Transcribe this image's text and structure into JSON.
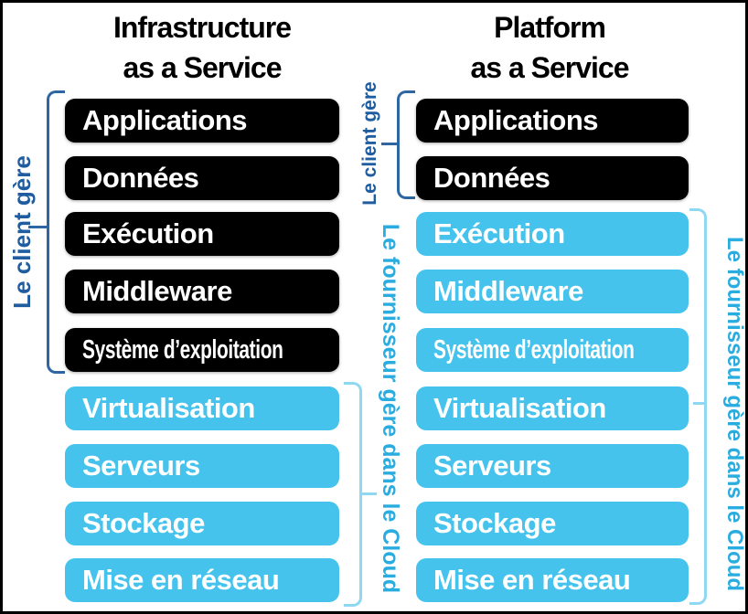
{
  "colors": {
    "black_box": "#000000",
    "blue_box": "#45c3ed",
    "box_text": "#ffffff",
    "header_text": "#000000",
    "client_label": "#1f5da0",
    "client_bracket": "#2e66a4",
    "provider_label": "#29acdf",
    "provider_bracket": "#8fd8f2",
    "border": "#000000"
  },
  "columns": [
    {
      "header_line1": "Infrastructure",
      "header_line2": "as a Service",
      "client_label": "Le client gère",
      "provider_label": "Le fournisseur gère dans le Cloud",
      "boxes": [
        {
          "label": "Applications",
          "type": "black"
        },
        {
          "label": "Données",
          "type": "black"
        },
        {
          "label": "Exécution",
          "type": "black"
        },
        {
          "label": "Middleware",
          "type": "black"
        },
        {
          "label": "Système d’exploitation",
          "type": "black"
        },
        {
          "label": "Virtualisation",
          "type": "blue"
        },
        {
          "label": "Serveurs",
          "type": "blue"
        },
        {
          "label": "Stockage",
          "type": "blue"
        },
        {
          "label": "Mise en réseau",
          "type": "blue"
        }
      ]
    },
    {
      "header_line1": "Platform",
      "header_line2": "as a Service",
      "client_label": "Le client gère",
      "provider_label": "Le fournisseur gère dans le Cloud",
      "boxes": [
        {
          "label": "Applications",
          "type": "black"
        },
        {
          "label": "Données",
          "type": "black"
        },
        {
          "label": "Exécution",
          "type": "blue"
        },
        {
          "label": "Middleware",
          "type": "blue"
        },
        {
          "label": "Système d’exploitation",
          "type": "blue"
        },
        {
          "label": "Virtualisation",
          "type": "blue"
        },
        {
          "label": "Serveurs",
          "type": "blue"
        },
        {
          "label": "Stockage",
          "type": "blue"
        },
        {
          "label": "Mise en réseau",
          "type": "blue"
        }
      ]
    }
  ]
}
